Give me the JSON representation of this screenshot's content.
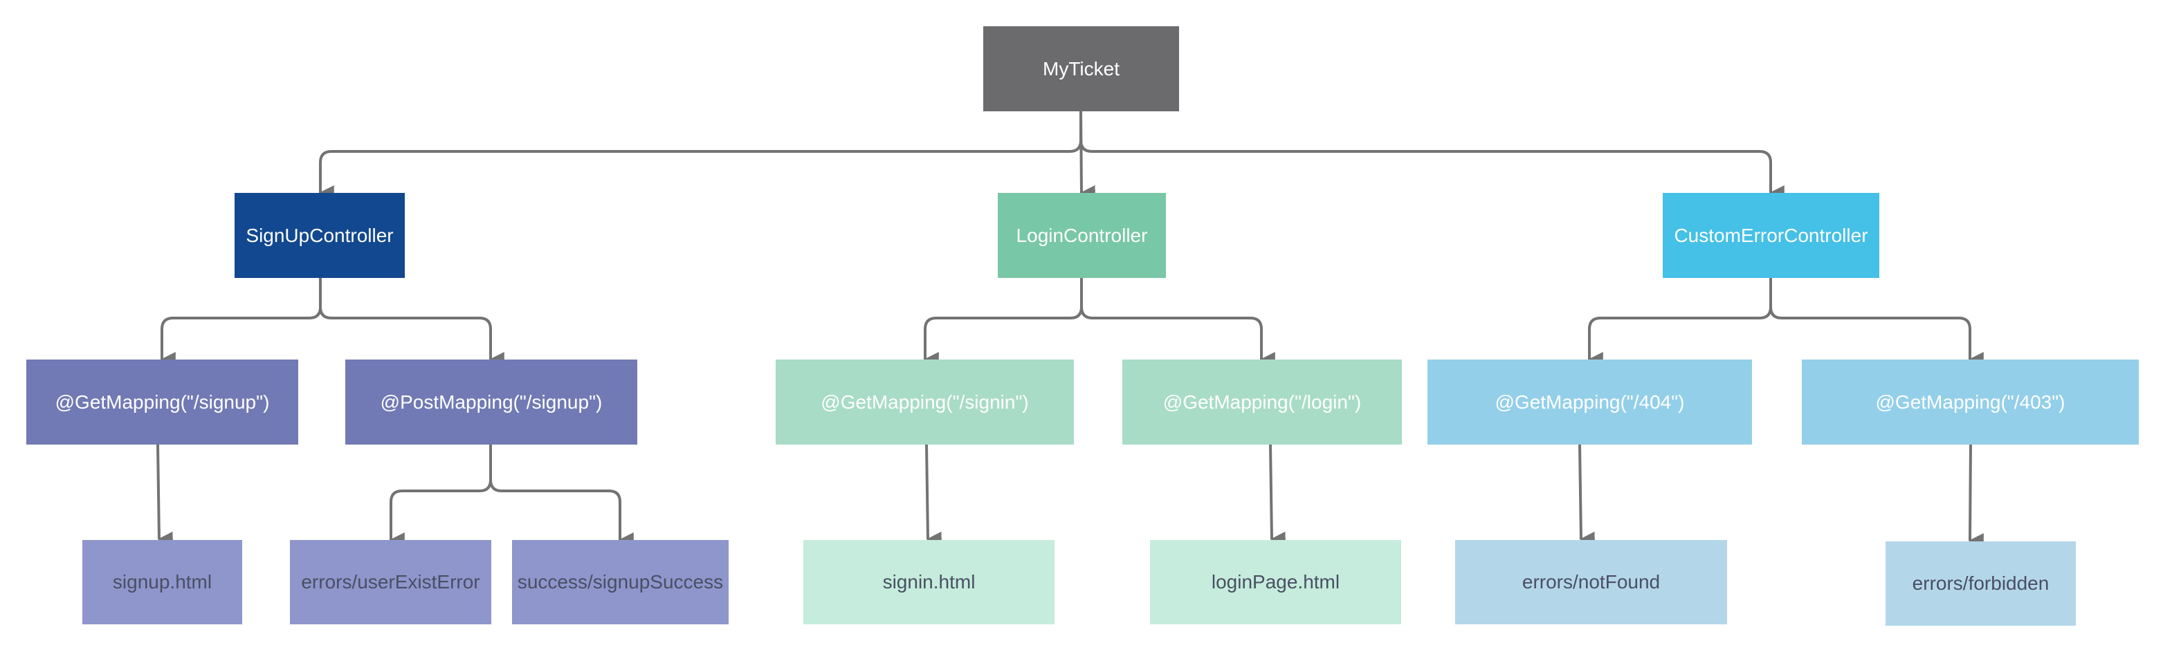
{
  "root": {
    "label": "MyTicket",
    "color": "#6b6b6d"
  },
  "controllers": [
    {
      "label": "SignUpController",
      "color": "#12488f"
    },
    {
      "label": "LoginController",
      "color": "#78c7a6"
    },
    {
      "label": "CustomErrorController",
      "color": "#45c0e6"
    }
  ],
  "mappings": [
    {
      "label": "@GetMapping(\"/signup\")",
      "color": "#717ab4"
    },
    {
      "label": "@PostMapping(\"/signup\")",
      "color": "#717ab4"
    },
    {
      "label": "@GetMapping(\"/signin\")",
      "color": "#a8dcc6"
    },
    {
      "label": "@GetMapping(\"/login\")",
      "color": "#a8dcc6"
    },
    {
      "label": "@GetMapping(\"/404\")",
      "color": "#93cfe9"
    },
    {
      "label": "@GetMapping(\"/403\")",
      "color": "#93cfe9"
    }
  ],
  "views": [
    {
      "label": "signup.html",
      "color": "#8e96cc"
    },
    {
      "label": "errors/userExistError",
      "color": "#8e96cc"
    },
    {
      "label": "success/signupSuccess",
      "color": "#8e96cc"
    },
    {
      "label": "signin.html",
      "color": "#c5ecdc"
    },
    {
      "label": "loginPage.html",
      "color": "#c5ecdc"
    },
    {
      "label": "errors/notFound",
      "color": "#b4d6e9"
    },
    {
      "label": "errors/forbidden",
      "color": "#b4d6e9"
    }
  ],
  "connector_color": "#737373"
}
